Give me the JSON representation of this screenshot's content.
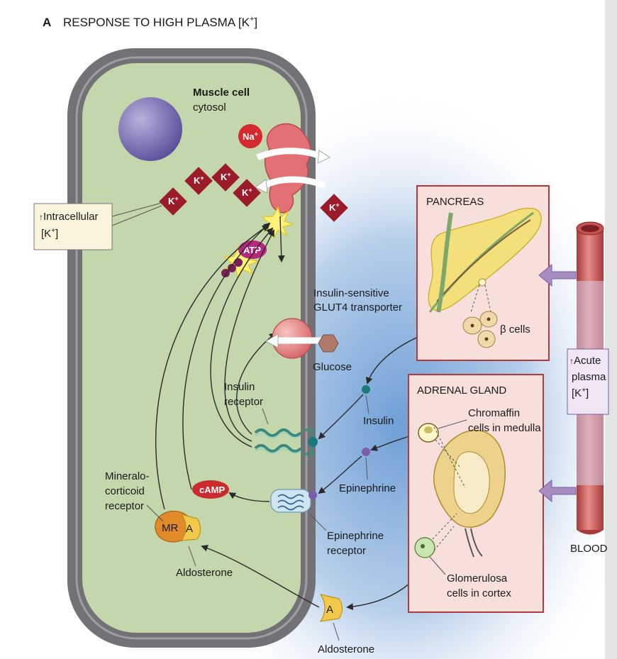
{
  "title": {
    "panel_letter": "A",
    "text": "RESPONSE TO HIGH PLASMA [K",
    "superscript": "+",
    "close": "]"
  },
  "cell": {
    "name": "Muscle cell",
    "region": "cytosol"
  },
  "ions": {
    "potassium": "K",
    "sodium": "Na",
    "plus": "+"
  },
  "atp_label": "ATP",
  "callout": {
    "line1": "Intracellular",
    "line2": "[K",
    "sup": "+",
    "close": "]"
  },
  "labels": {
    "glut4_line1": "Insulin-sensitive",
    "glut4_line2": "GLUT4 transporter",
    "glucose": "Glucose",
    "insulin_receptor_line1": "Insulin",
    "insulin_receptor_line2": "receptor",
    "insulin": "Insulin",
    "epinephrine": "Epinephrine",
    "epi_receptor_line1": "Epinephrine",
    "epi_receptor_line2": "receptor",
    "camp": "cAMP",
    "mr_line1": "Mineralo-",
    "mr_line2": "corticoid",
    "mr_line3": "receptor",
    "mr_text": "MR",
    "a_text": "A",
    "aldosterone_inside": "Aldosterone",
    "aldosterone_outside": "Aldosterone"
  },
  "pancreas": {
    "title": "PANCREAS",
    "beta_cells": "β cells"
  },
  "adrenal": {
    "title": "ADRENAL GLAND",
    "chromaffin_line1": "Chromaffin",
    "chromaffin_line2": "cells in medulla",
    "glomerulosa_line1": "Glomerulosa",
    "glomerulosa_line2": "cells in cortex"
  },
  "blood": {
    "label": "BLOOD",
    "box_line1": "Acute",
    "box_line2": "plasma",
    "box_line3": "[K",
    "box_sup": "+",
    "box_close": "]"
  },
  "colors": {
    "cytosol": "#c3d6ac",
    "membrane": "#6e6e72",
    "potassium": "#9b1b2a",
    "sodium": "#d42a2f",
    "pump": "#e06a6c",
    "atp": "#b5287e",
    "organ_box": "#f7e0dc",
    "organ_border": "#b23a3f",
    "vessel": "#c95050",
    "glucose": "#b07a6a",
    "insulin": "#1a7a7a",
    "epinephrine": "#7b5ea8"
  }
}
